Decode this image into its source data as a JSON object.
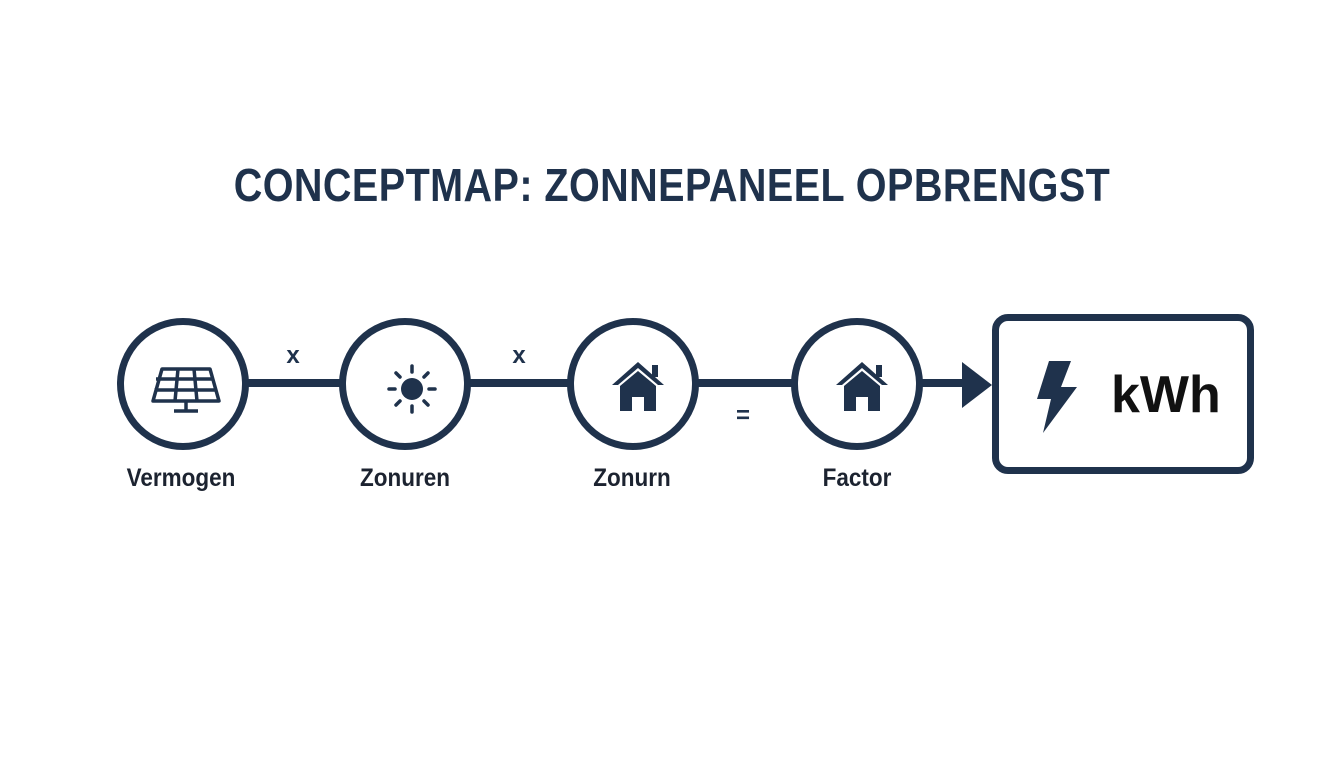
{
  "title": "CONCEPTMAP: ZONNEPANEEL OPBRENGST",
  "colors": {
    "primary": "#1f324c",
    "text": "#1c2330",
    "background": "#ffffff"
  },
  "nodes": [
    {
      "label": "Vermogen",
      "icon": "solar-panel-icon"
    },
    {
      "label": "Zonuren",
      "icon": "sun-icon"
    },
    {
      "label": "Zonurn",
      "icon": "house-icon"
    },
    {
      "label": "Factor",
      "icon": "house-icon"
    }
  ],
  "operators": [
    "x",
    "x",
    "="
  ],
  "result": {
    "text": "kWh",
    "icon": "lightning-bolt-icon"
  }
}
